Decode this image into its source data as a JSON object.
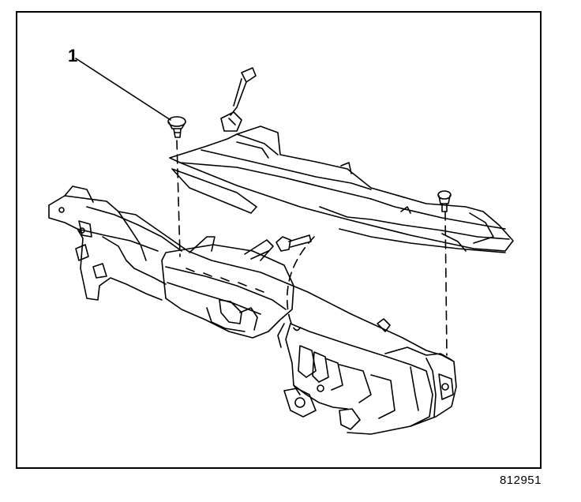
{
  "diagram": {
    "callouts": [
      {
        "id": "1",
        "label": "1"
      }
    ],
    "figure_number": "812951",
    "colors": {
      "line": "#000000",
      "background": "#ffffff"
    }
  }
}
